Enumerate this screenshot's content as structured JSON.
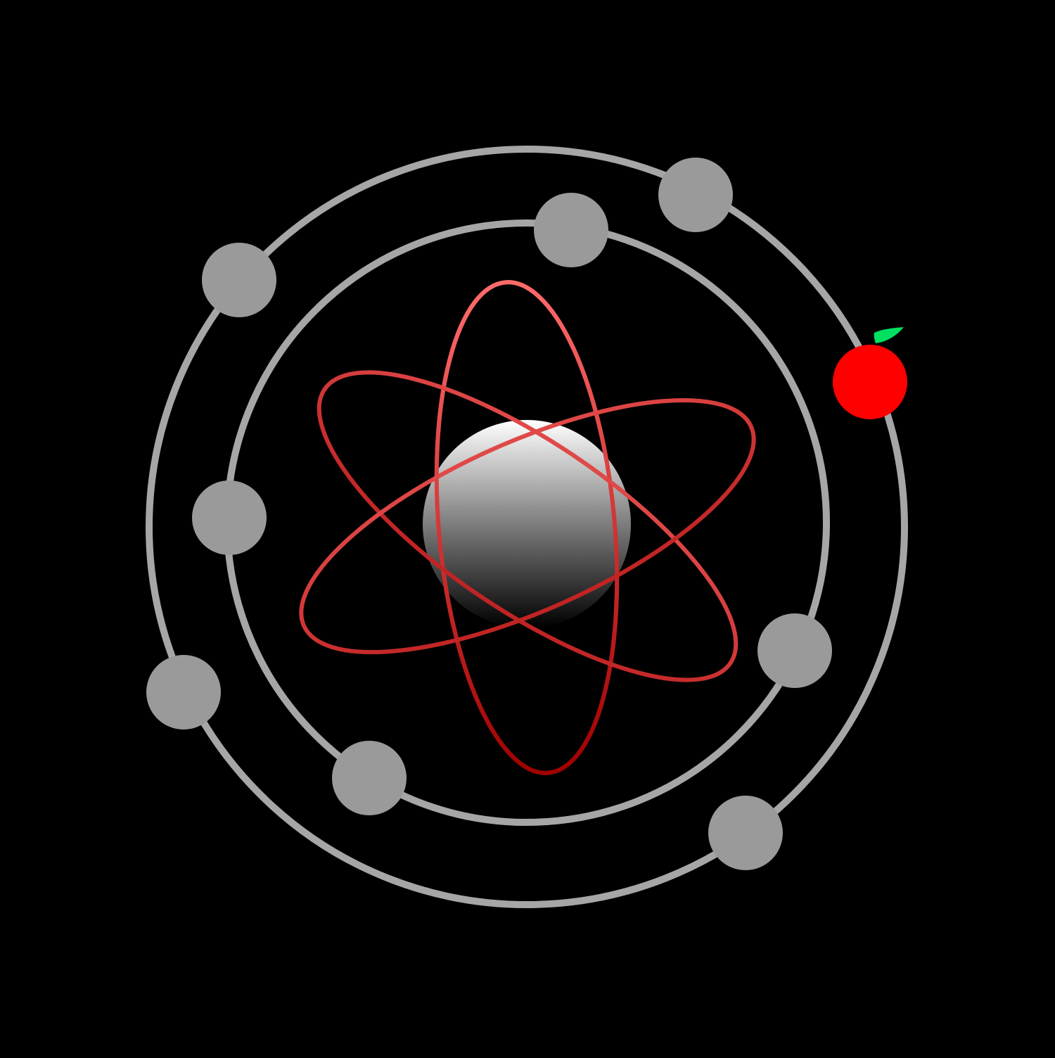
{
  "colors": {
    "background": "#000000",
    "shell_ring": "#a6a6a6",
    "shell_electron": "#9a9a9a",
    "orbit_top": "#ff6b6b",
    "orbit_bottom": "#a00000",
    "nucleus_top": "#ffffff",
    "nucleus_bottom": "#000000",
    "apple": "#ff0000",
    "apple_leaf": "#00e060"
  },
  "diagram": {
    "subject": "atom",
    "nucleus_count": 1,
    "inner_orbit_count": 3,
    "shell_count": 2,
    "icons": [
      "nucleus-sphere-icon",
      "apple-icon",
      "leaf-icon"
    ]
  }
}
